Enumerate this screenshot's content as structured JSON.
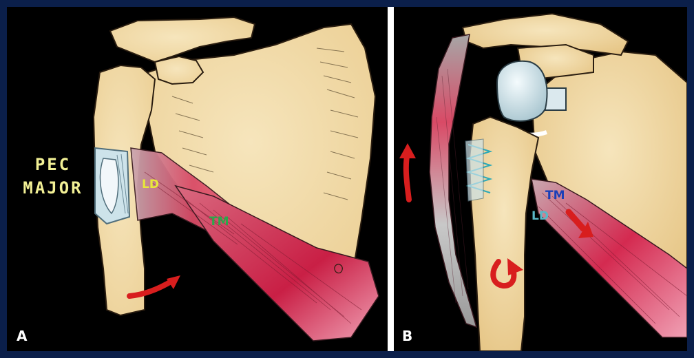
{
  "panels": [
    {
      "letter": "A",
      "labels": {
        "pec_major_line1": "PEC",
        "pec_major_line2": "MAJOR",
        "ld": "LD",
        "tm": "TM"
      }
    },
    {
      "letter": "B",
      "labels": {
        "tm": "TM",
        "ld": "LD"
      }
    }
  ],
  "colors": {
    "frame": "#0b1f4a",
    "background": "#000000",
    "bone": "#f2d9a4",
    "muscle": "#d43a55",
    "tendon": "#cde3ea",
    "arrow": "#d81e1e",
    "pec_label": "#f2f095",
    "ld_label_a": "#e8e83a",
    "tm_label_a": "#2ba84a",
    "tm_label_b": "#1a3fb8",
    "ld_label_b": "#5ab8c8"
  }
}
